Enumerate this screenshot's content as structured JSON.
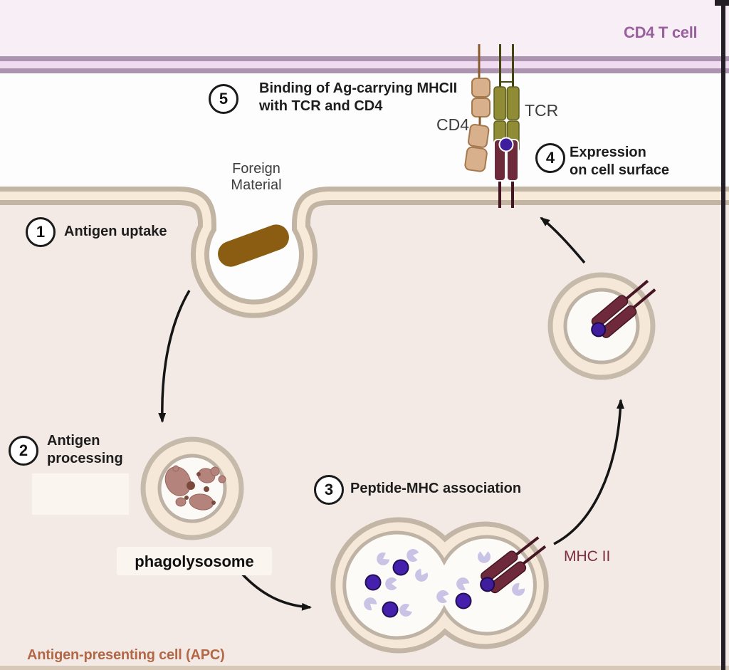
{
  "figure": {
    "t_cell_label": "CD4 T cell",
    "apc_label": "Antigen-presenting cell (APC)"
  },
  "steps": [
    {
      "num": "1",
      "lines": [
        "Antigen uptake",
        ""
      ]
    },
    {
      "num": "2",
      "lines": [
        "Antigen",
        "processing"
      ]
    },
    {
      "num": "3",
      "lines": [
        "Peptide-MHC association",
        ""
      ]
    },
    {
      "num": "4",
      "lines": [
        "Expression",
        "on cell surface"
      ]
    },
    {
      "num": "5",
      "lines": [
        "Binding of Ag-carrying MHCII",
        "with TCR and CD4"
      ]
    }
  ],
  "molecules": {
    "cd4": "CD4",
    "tcr": "TCR",
    "mhc2": "MHC II",
    "foreign_line1": "Foreign",
    "foreign_line2": "Material",
    "phagolysosome": "phagolysosome"
  },
  "colors": {
    "t_cell_bg": "#f8eef6",
    "t_cell_membrane_edge": "#ac93b0",
    "t_cell_membrane_core": "#f0dcf1",
    "extracellular": "#fdfdfd",
    "apc_bg": "#f3eae5",
    "apc_membrane_edge": "#c3b5a4",
    "apc_membrane_core": "#f7ead9",
    "vesicle_ring": "#c6baab",
    "vesicle_fill": "#f5e8d9",
    "mhc_maroon": "#6e2a3a",
    "tcr_olive": "#8f8c35",
    "cd4_tan": "#d9b08c",
    "peptide_purple": "#3f1d9c",
    "foreign_brown": "#8a5d12",
    "enzyme_lavender": "#c9c3e6",
    "digested_rose": "#b4837c",
    "t_cell_label_color": "#9a5f9e",
    "apc_label_color": "#b26847",
    "mhc_label_color": "#7c2d3f",
    "arrow_black": "#151515"
  }
}
